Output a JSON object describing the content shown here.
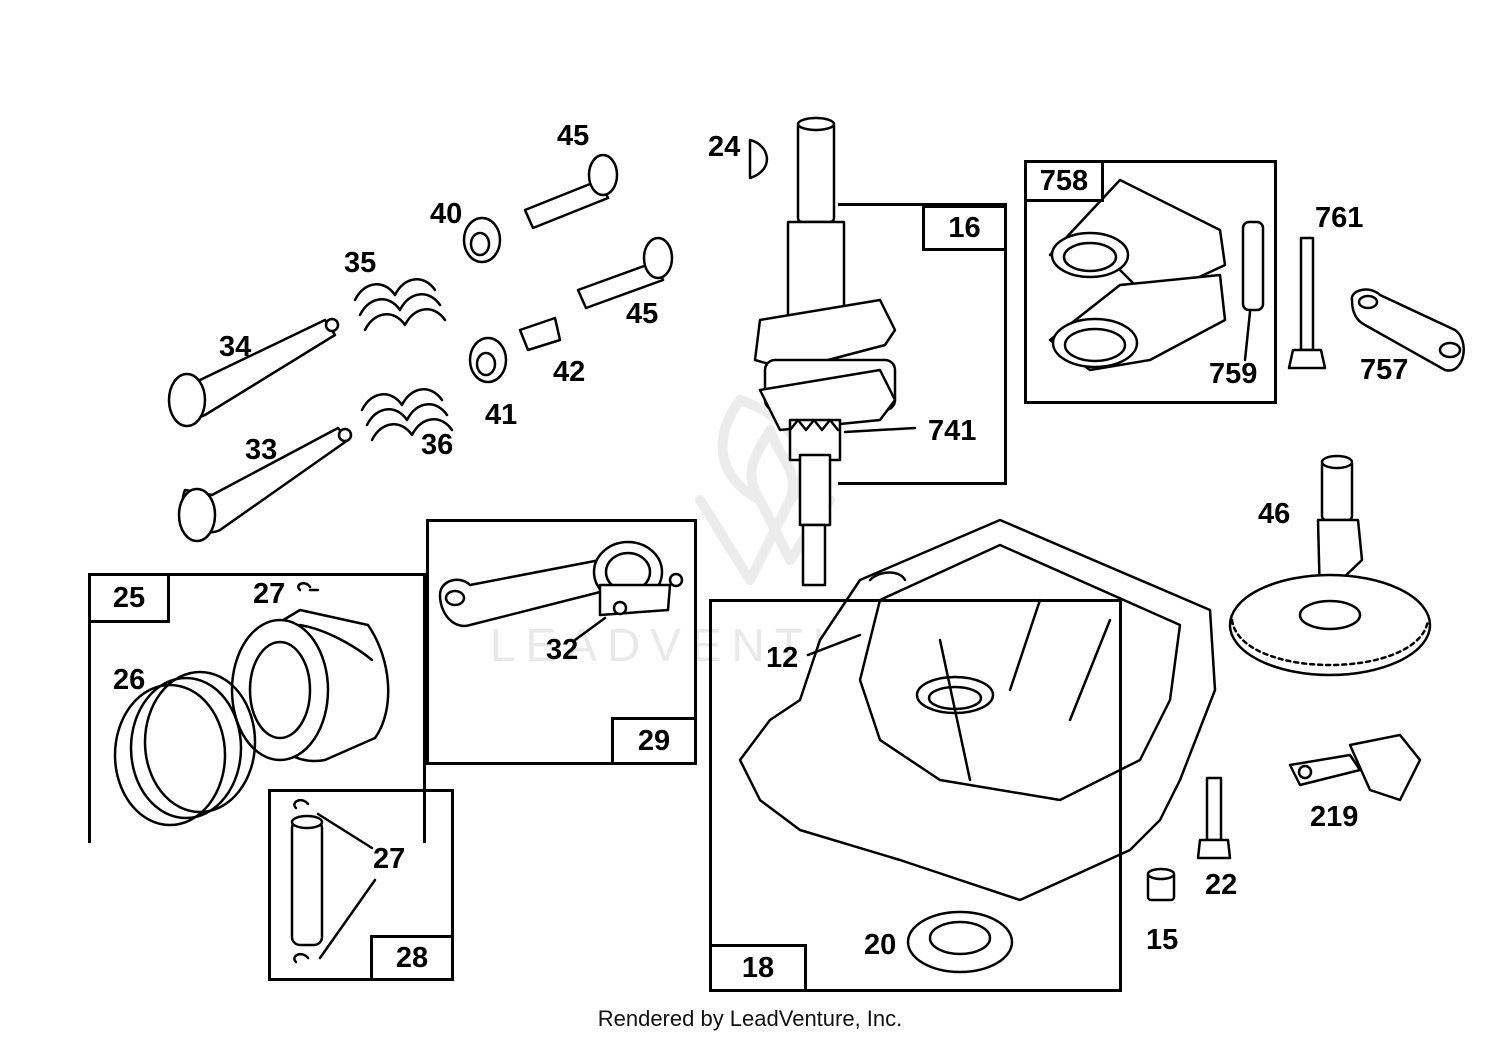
{
  "watermark": {
    "text": "LEADVENTURE"
  },
  "footer": {
    "text": "Rendered by LeadVenture, Inc."
  },
  "boxes": {
    "b16": "16",
    "b758": "758",
    "b25": "25",
    "b29": "29",
    "b28": "28",
    "b18": "18"
  },
  "callouts": {
    "c24": "24",
    "c45a": "45",
    "c45b": "45",
    "c40": "40",
    "c35": "35",
    "c34": "34",
    "c42": "42",
    "c41": "41",
    "c33": "33",
    "c36": "36",
    "c741": "741",
    "c761": "761",
    "c759": "759",
    "c757": "757",
    "c46": "46",
    "c27a": "27",
    "c26": "26",
    "c32": "32",
    "c12": "12",
    "c27b": "27",
    "c219": "219",
    "c22": "22",
    "c20": "20",
    "c15": "15"
  }
}
